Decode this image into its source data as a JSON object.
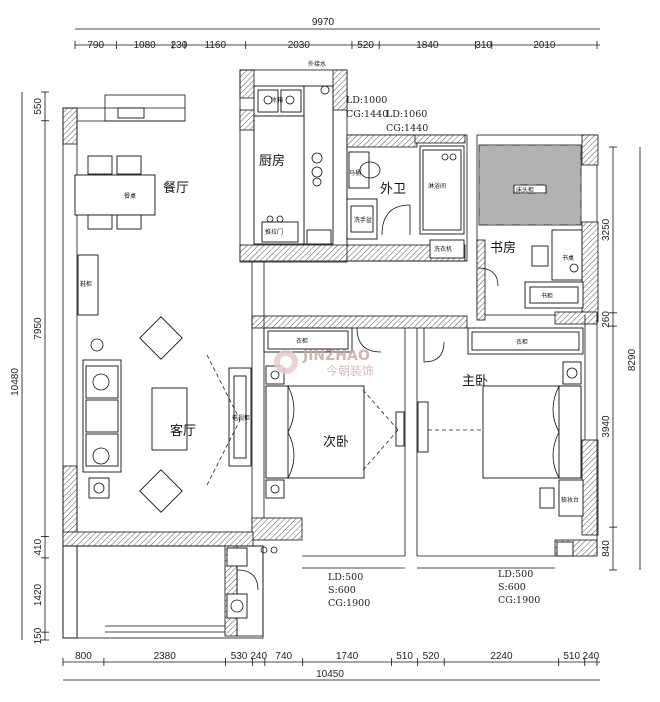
{
  "dimensions": {
    "top_total": "9970",
    "top_segments": [
      "790",
      "1080",
      "230",
      "1160",
      "2030",
      "520",
      "1840",
      "310",
      "2010"
    ],
    "bottom_total": "10450",
    "bottom_segments": [
      "800",
      "2380",
      "530",
      "240",
      "740",
      "1740",
      "510",
      "520",
      "2240",
      "510",
      "240"
    ],
    "left_total": "10480",
    "left_segments": [
      "550",
      "7950",
      "410",
      "1420",
      "150"
    ],
    "right_total": "8290",
    "right_segments": [
      "3250",
      "260",
      "3940",
      "840"
    ]
  },
  "rooms": {
    "dining": "餐厅",
    "living": "客厅",
    "kitchen": "厨房",
    "bathroom": "外卫",
    "study": "书房",
    "second_bedroom": "次卧",
    "master_bedroom": "主卧"
  },
  "labels": {
    "exterior_water": "外接水",
    "cabinet": "衣柜",
    "wardrobe": "衣柜",
    "desk": "书桌",
    "fridge": "冰箱",
    "shower": "淋浴间",
    "washer": "洗衣机",
    "sink_label": "洗手盆",
    "toilet_label": "马桶",
    "sliding_door": "推拉门",
    "tv_cabinet": "电视柜",
    "shoe_cabinet": "鞋柜",
    "dining_table": "餐桌",
    "dresser": "梳妆台",
    "study_cabinet": "书柜",
    "bed_side": "床头柜"
  },
  "specs": {
    "kitchen_door": [
      "LD:1000",
      "CG:1440"
    ],
    "bath_door": [
      "LD:1060",
      "CG:1440"
    ],
    "second_window": [
      "LD:500",
      "S:600",
      "CG:1900"
    ],
    "master_window": [
      "LD:500",
      "S:600",
      "CG:1900"
    ]
  },
  "watermark": {
    "brand": "JINZHAO",
    "brand_cn": "今朝装饰"
  }
}
